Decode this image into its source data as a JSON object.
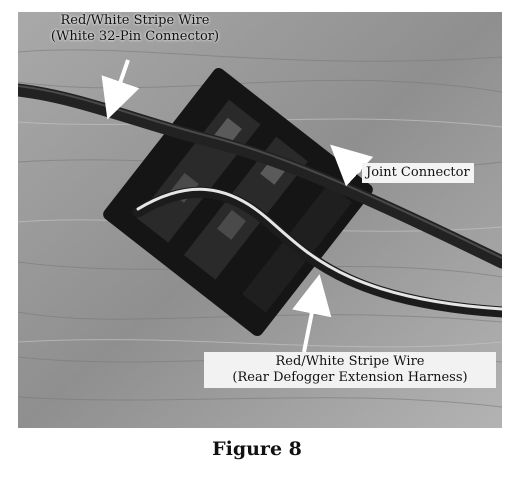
{
  "photo": {
    "labels": {
      "wire_top_line1": "Red/White Stripe Wire",
      "wire_top_line2": "(White 32-Pin Connector)",
      "joint_connector": "Joint Connector",
      "wire_bottom_line1": "Red/White Stripe Wire",
      "wire_bottom_line2": "(Rear Defogger Extension Harness)"
    }
  },
  "caption": "Figure 8"
}
